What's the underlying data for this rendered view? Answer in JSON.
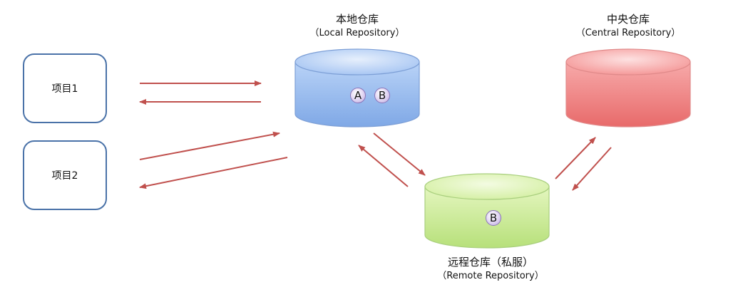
{
  "projects": [
    {
      "label": "项目1"
    },
    {
      "label": "项目2"
    }
  ],
  "repos": {
    "local": {
      "title": "本地仓库",
      "subtitle": "（Local Repository）",
      "badges": [
        "A",
        "B"
      ]
    },
    "central": {
      "title": "中央仓库",
      "subtitle": "（Central Repository）"
    },
    "remote": {
      "title": "远程仓库（私服）",
      "subtitle": "（Remote Repository）",
      "badges": [
        "B"
      ]
    }
  },
  "colors": {
    "arrow": "#c0504d",
    "project_border": "#4a72a8",
    "local_fill": "#a7c6f2",
    "central_fill": "#f59a9a",
    "remote_fill": "#d8f2a8"
  }
}
